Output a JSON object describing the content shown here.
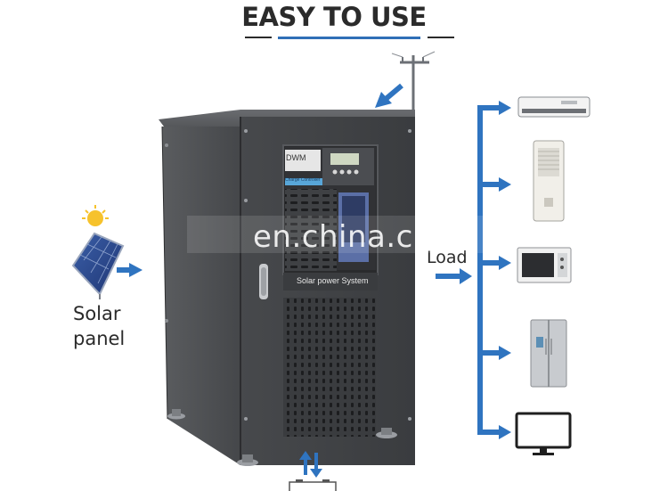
{
  "title": "EASY TO USE",
  "solar_label_line1": "Solar",
  "solar_label_line2": "panel",
  "load_label": "Load",
  "watermark": "en.china.cn",
  "cabinet": {
    "panel_text": "Solar power System",
    "controller_text": "Charge Controller",
    "brand_text": "DWM"
  },
  "appliances": [
    "air-conditioner",
    "tower-air-conditioner",
    "microwave-oven",
    "refrigerator",
    "computer-monitor"
  ],
  "colors": {
    "arrow_blue": "#2f74c0",
    "cabinet_gray": "#3d3f42",
    "title_underline": "#2f6fb7"
  }
}
